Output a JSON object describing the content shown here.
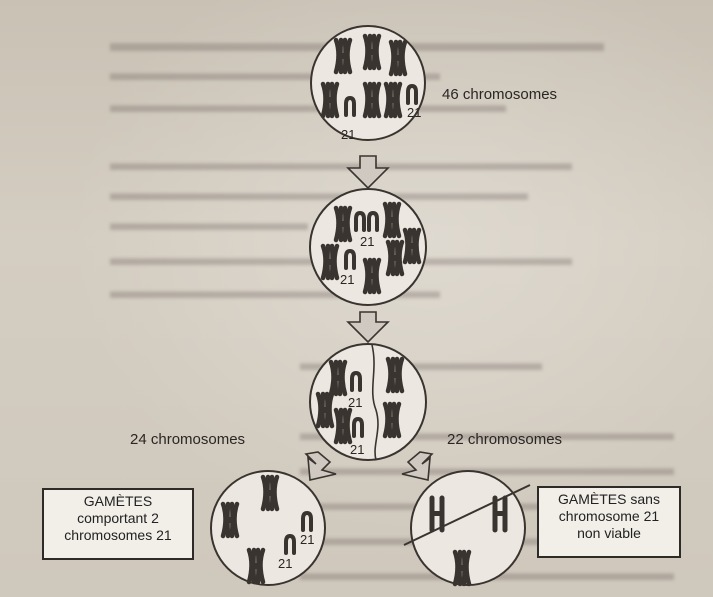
{
  "diagram": {
    "stage1_label": "46 chromosomes",
    "chromosome_21_label": "21",
    "left_count_label": "24 chromosomes",
    "right_count_label": "22 chromosomes",
    "left_box": [
      "GAMÈTES",
      "comportant 2",
      "chromosomes 21"
    ],
    "right_box": [
      "GAMÈTES sans",
      "chromosome 21",
      "non viable"
    ]
  },
  "colors": {
    "ink": "#3a3430",
    "arrow_fill": "#cfc9c2",
    "circle_fill": "#ece8e1"
  }
}
